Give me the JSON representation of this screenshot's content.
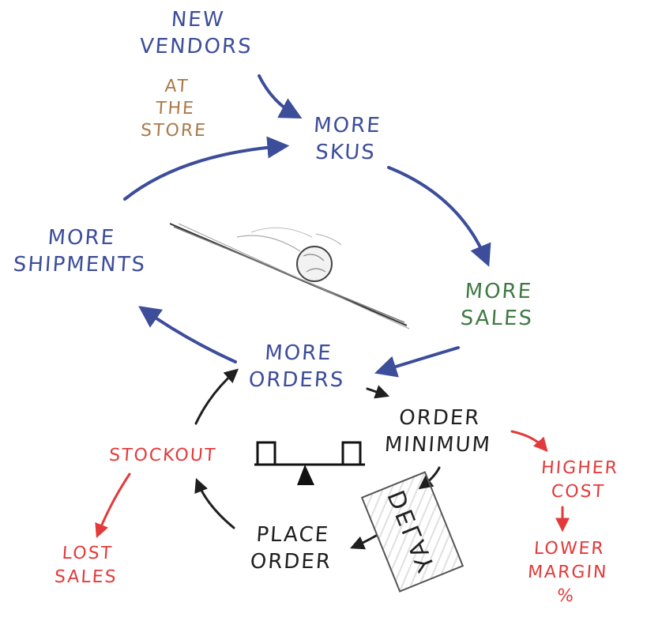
{
  "nodes": {
    "new_vendors": "NEW\nVENDORS",
    "at_the_store": "AT\nTHE\nSTORE",
    "more_skus": "MORE\nSKUS",
    "more_shipments": "MORE\nSHIPMENTS",
    "more_sales": "MORE\nSALES",
    "more_orders": "MORE\nORDERS",
    "order_minimum": "ORDER\nMINIMUM",
    "higher_cost": "HIGHER\nCOST",
    "lower_margin": "LOWER\nMARGIN\n%",
    "stockout": "STOCKOUT",
    "lost_sales": "LOST\nSALES",
    "place_order": "PLACE\nORDER",
    "delay": "DELAY"
  },
  "colors": {
    "blue": "#3c4d9a",
    "green": "#3f7a43",
    "red": "#e23a3a",
    "black": "#1f1f1f",
    "brown": "#a97a4a"
  }
}
